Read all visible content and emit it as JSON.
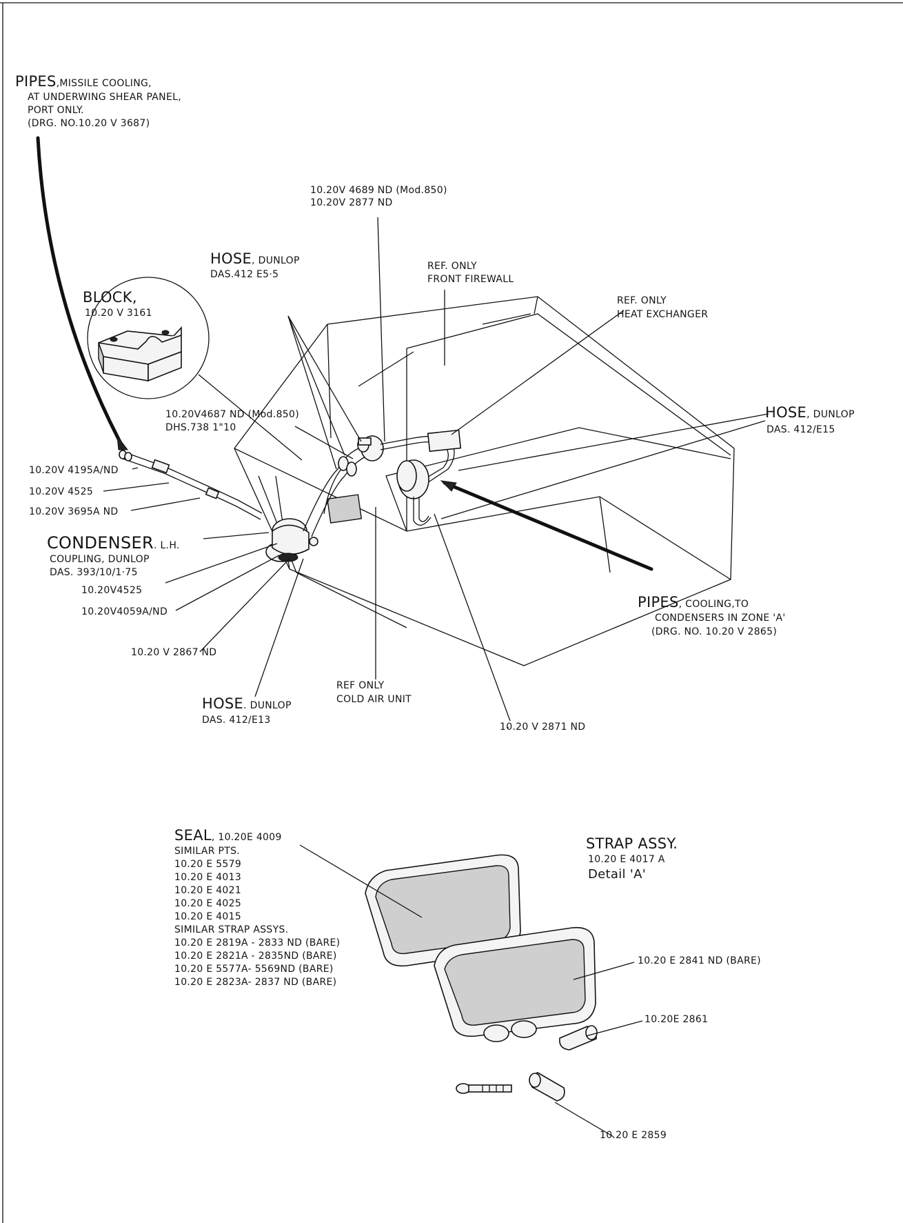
{
  "labels": {
    "pipes_missile_title": "PIPES",
    "pipes_missile_sub": ",MISSILE COOLING,",
    "pipes_missile_l2": "AT UNDERWING SHEAR PANEL,",
    "pipes_missile_l3": "PORT ONLY.",
    "pipes_missile_l4": "(DRG. NO.10.20 V 3687)",
    "block_title": "BLOCK,",
    "block_num": "10.20 V 3161",
    "hose1_title": "HOSE",
    "hose1_sub": ", DUNLOP",
    "hose1_num": "DAS.412 E5·5",
    "n4689": "10.20V 4689 ND (Mod.850)",
    "n2877": "10.20V 2877 ND",
    "ref_firewall_l1": "REF. ONLY",
    "ref_firewall_l2": "FRONT FIREWALL",
    "ref_hx_l1": "REF. ONLY",
    "ref_hx_l2": "HEAT EXCHANGER",
    "hose2_title": "HOSE",
    "hose2_sub": ", DUNLOP",
    "hose2_num": "DAS. 412/E15",
    "n4687": "10.20V4687 ND (Mod.850)",
    "dhs738": "DHS.738 1\"10",
    "n4195": "10.20V 4195A/ND",
    "n4525a": "10.20V 4525",
    "n3695": "10.20V 3695A ND",
    "condenser_title": "CONDENSER",
    "condenser_sub": ". L.H.",
    "coupling_l1": "COUPLING, DUNLOP",
    "coupling_l2": "DAS. 393/10/1·75",
    "n4525b": "10.20V4525",
    "n4059": "10.20V4059A/ND",
    "n2867": "10.20 V 2867 ND",
    "pipes2_title": "PIPES",
    "pipes2_sub": ", COOLING,TO",
    "pipes2_l2": "CONDENSERS IN ZONE 'A'",
    "pipes2_l3": "(DRG. NO. 10.20 V 2865)",
    "hose3_title": "HOSE",
    "hose3_sub": ". DUNLOP",
    "hose3_num": "DAS. 412/E13",
    "ref_cau_l1": "REF ONLY",
    "ref_cau_l2": "COLD AIR UNIT",
    "n2871": "10.20 V 2871 ND",
    "seal_title": "SEAL",
    "seal_sub": ", 10.20E 4009",
    "seal_similar": "SIMILAR PTS.",
    "seal_parts": [
      "10.20 E 5579",
      "10.20 E 4013",
      "10.20 E 4021",
      "10.20 E 4025",
      "10.20 E 4015"
    ],
    "seal_strap_similar": "SIMILAR STRAP ASSYS.",
    "seal_straps": [
      "10.20 E 2819A - 2833 ND  (BARE)",
      "10.20 E 2821A - 2835ND  (BARE)",
      "10.20 E 5577A- 5569ND  (BARE)",
      "10.20 E 2823A- 2837 ND  (BARE)"
    ],
    "strap_title": "STRAP  ASSY.",
    "strap_num": "10.20 E 4017 A",
    "strap_detail": "Detail 'A'",
    "n2841": "10.20 E 2841 ND (BARE)",
    "n2861": "10.20E 2861",
    "n2859": "10.20 E 2859"
  }
}
